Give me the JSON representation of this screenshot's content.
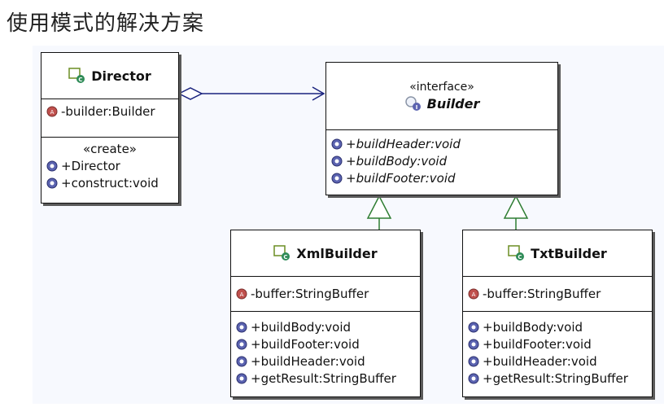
{
  "title": "使用模式的解决方案",
  "director": {
    "name": "Director",
    "attributes": [
      "-builder:Builder"
    ],
    "stereotype": "«create»",
    "operations": [
      "+Director",
      "+construct:void"
    ]
  },
  "builder": {
    "stereotype": "«interface»",
    "name": "Builder",
    "operations": [
      "+buildHeader:void",
      "+buildBody:void",
      "+buildFooter:void"
    ]
  },
  "xml_builder": {
    "name": "XmlBuilder",
    "attributes": [
      "-buffer:StringBuffer"
    ],
    "operations": [
      "+buildBody:void",
      "+buildFooter:void",
      "+buildHeader:void",
      "+getResult:StringBuffer"
    ]
  },
  "txt_builder": {
    "name": "TxtBuilder",
    "attributes": [
      "-buffer:StringBuffer"
    ],
    "operations": [
      "+buildBody:void",
      "+buildFooter:void",
      "+buildHeader:void",
      "+getResult:StringBuffer"
    ]
  },
  "colors": {
    "connector": "#1a237e",
    "inherit": "#2e7d32",
    "attr_icon": "#c0504d",
    "op_icon": "#5b63b0"
  }
}
